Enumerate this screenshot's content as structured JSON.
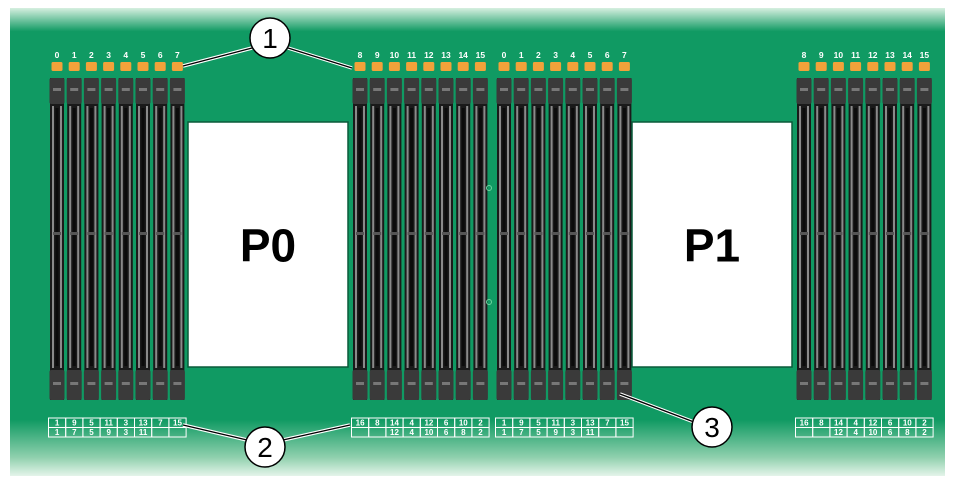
{
  "board": {
    "colors": {
      "pcb": "#109a63",
      "pcb_light": "#c9e9d5",
      "slot_dark": "#1a1a1a",
      "slot_mid": "#3a3a3a",
      "slot_rail": "#8a8a8a",
      "led": "#f2a23a",
      "processor": "#ffffff",
      "text_light": "#ffffff",
      "callout": "#000000"
    }
  },
  "processors": [
    {
      "id": "p0",
      "label": "P0"
    },
    {
      "id": "p1",
      "label": "P1"
    }
  ],
  "dimm_groups": [
    {
      "id": "p0-left",
      "slot_numbers": [
        "0",
        "1",
        "2",
        "3",
        "4",
        "5",
        "6",
        "7"
      ],
      "order_row1": [
        "1",
        "9",
        "5",
        "11",
        "3",
        "13",
        "7",
        "15"
      ],
      "order_row2": [
        "1",
        "7",
        "5",
        "9",
        "3",
        "11",
        "",
        ""
      ]
    },
    {
      "id": "p0-right",
      "slot_numbers": [
        "8",
        "9",
        "10",
        "11",
        "12",
        "13",
        "14",
        "15"
      ],
      "order_row1": [
        "16",
        "8",
        "14",
        "4",
        "12",
        "6",
        "10",
        "2"
      ],
      "order_row2": [
        "",
        "",
        "12",
        "4",
        "10",
        "6",
        "8",
        "2"
      ]
    },
    {
      "id": "p1-left",
      "slot_numbers": [
        "0",
        "1",
        "2",
        "3",
        "4",
        "5",
        "6",
        "7"
      ],
      "order_row1": [
        "1",
        "9",
        "5",
        "11",
        "3",
        "13",
        "7",
        "15"
      ],
      "order_row2": [
        "1",
        "7",
        "5",
        "9",
        "3",
        "11",
        "",
        ""
      ]
    },
    {
      "id": "p1-right",
      "slot_numbers": [
        "8",
        "9",
        "10",
        "11",
        "12",
        "13",
        "14",
        "15"
      ],
      "order_row1": [
        "16",
        "8",
        "14",
        "4",
        "12",
        "6",
        "10",
        "2"
      ],
      "order_row2": [
        "",
        "",
        "12",
        "4",
        "10",
        "6",
        "8",
        "2"
      ]
    }
  ],
  "callouts": [
    {
      "id": "c1",
      "label": "1"
    },
    {
      "id": "c2",
      "label": "2"
    },
    {
      "id": "c3",
      "label": "3"
    }
  ]
}
